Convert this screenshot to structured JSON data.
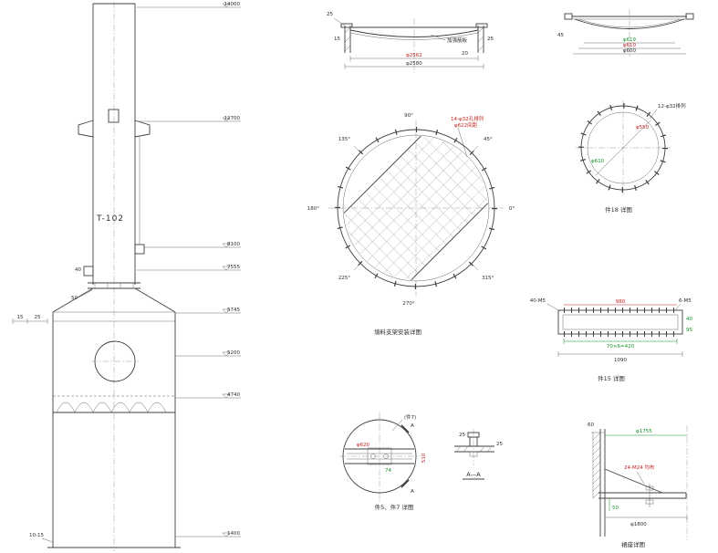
{
  "colors": {
    "line": "#3f3f3f",
    "red": "#c32222",
    "green": "#149127"
  },
  "tower": {
    "tag": "T-102",
    "elev": [
      "14000",
      "12700",
      "8100",
      "7555",
      "5745",
      "5200",
      "4740",
      "1400"
    ],
    "left_dims": [
      "40",
      "50",
      "15",
      "25",
      "10-15"
    ]
  },
  "tray": {
    "dims": [
      "25",
      "15",
      "20",
      "25"
    ],
    "width_inner": "φ2562",
    "width_outer": "φ2580",
    "note": "加强筋板"
  },
  "head": {
    "side": "45",
    "dia_green": "φ619",
    "dia_red": "φ610",
    "dia_black": "φ600"
  },
  "plan": {
    "angles": [
      "90°",
      "45°",
      "0°",
      "315°",
      "270°",
      "225°",
      "180°",
      "135°"
    ],
    "note1": "14-φ32孔排列",
    "note2": "φ622间距",
    "caption": "填料支架安装详图"
  },
  "flange": {
    "note": "12-φ32排列",
    "dia_red": "φ550",
    "dia_green": "φ610",
    "caption": "件18 详图"
  },
  "plate": {
    "note_left": "40-M5",
    "note_right": "6-M5",
    "dim_red": "980",
    "dim_green": "70×6=420",
    "dim_total": "1090",
    "side_dims": [
      "40",
      "95"
    ],
    "caption": "件15 详图"
  },
  "pipe": {
    "leader": "(件7)",
    "dim_red_h": "φ620",
    "dim_green": "74",
    "dim_red_v": "510",
    "section_mark": "A",
    "caption": "件5、件7 详图"
  },
  "aa": {
    "dim_left": "25",
    "dim_right": "25",
    "caption": "A—A"
  },
  "skirt": {
    "dim_small": "60",
    "dim_top": "φ1755",
    "note_red": "24-M24 均布",
    "dim_green": "50",
    "dim_bottom": "φ1800",
    "caption": "裙座详图"
  }
}
